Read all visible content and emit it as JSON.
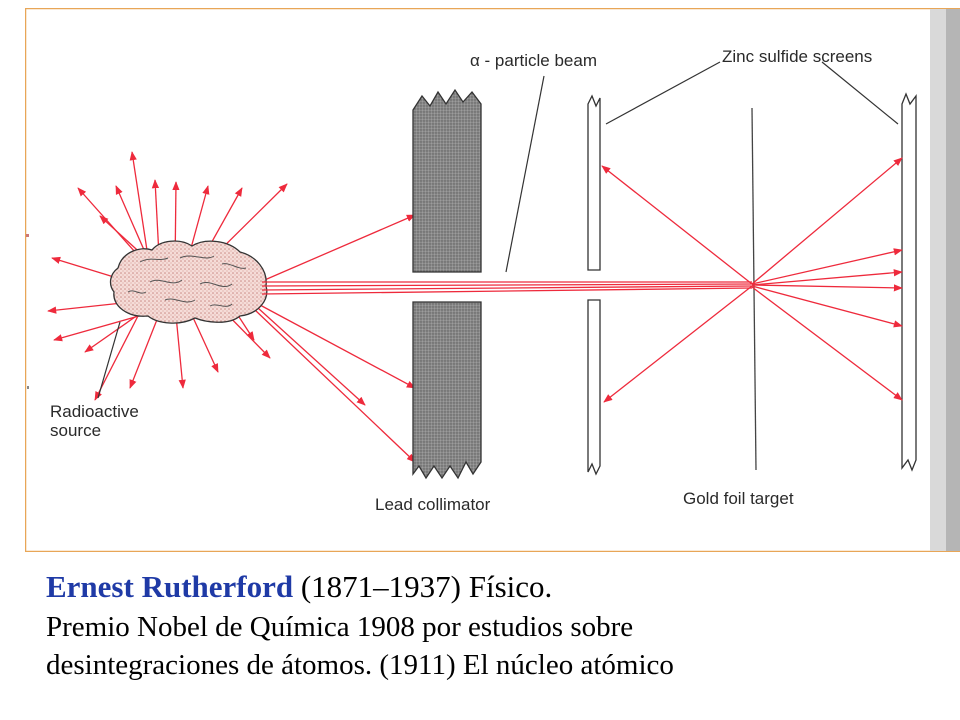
{
  "diagram": {
    "labels": {
      "beam": "α - particle beam",
      "screens": "Zinc sulfide screens",
      "source": "Radioactive source",
      "collimator": "Lead collimator",
      "foil": "Gold foil target"
    },
    "colors": {
      "ray": "#ee2a3c",
      "frame": "#e8a657",
      "ink": "#333333",
      "lead": "#8a8a8a",
      "source_fill": "#f3d3cf"
    }
  },
  "caption": {
    "name": "Ernest Rutherford",
    "dates": " (1871–1937) Físico.",
    "line2": "Premio Nobel de Química 1908 por estudios sobre",
    "line3": "desintegraciones de átomos. (1911) El núcleo atómico"
  }
}
